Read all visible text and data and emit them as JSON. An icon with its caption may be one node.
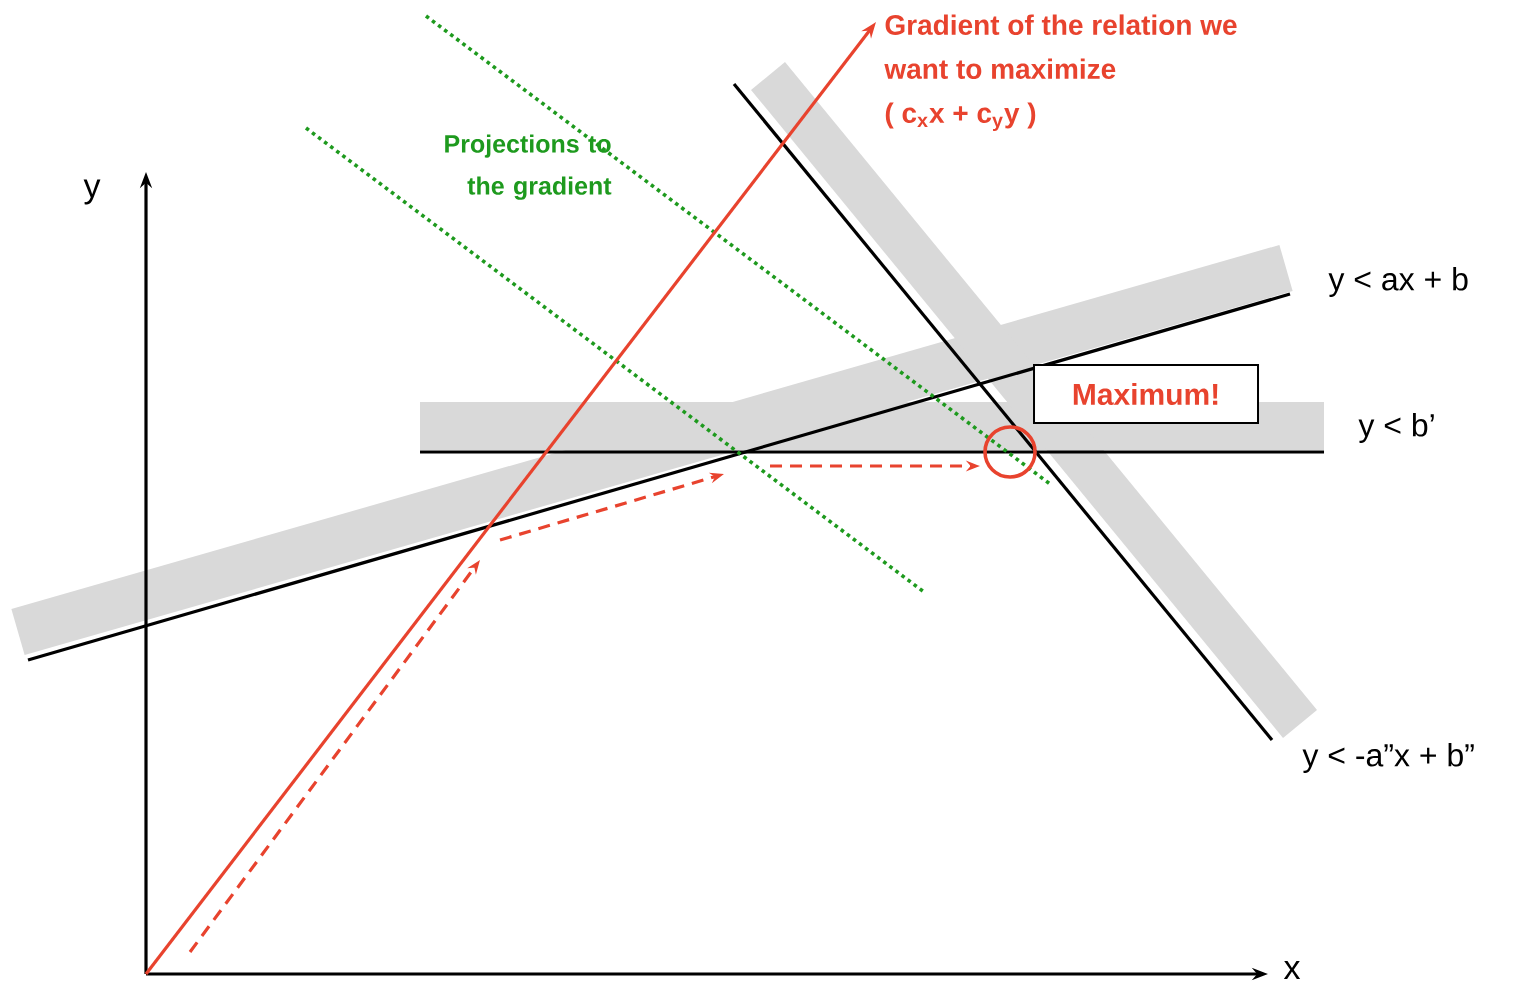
{
  "diagram": {
    "nodes": [
      {
        "text": [
          "Maximum!"
        ]
      }
    ],
    "labels": [
      "Gradient of the relation we want to maximize",
      "( c$_{x}$x + c$_{y}$y )",
      "Projections to the gradient",
      "y",
      "y < ax + b",
      "y < b’",
      "y < -a”x + b”",
      "x"
    ]
  }
}
